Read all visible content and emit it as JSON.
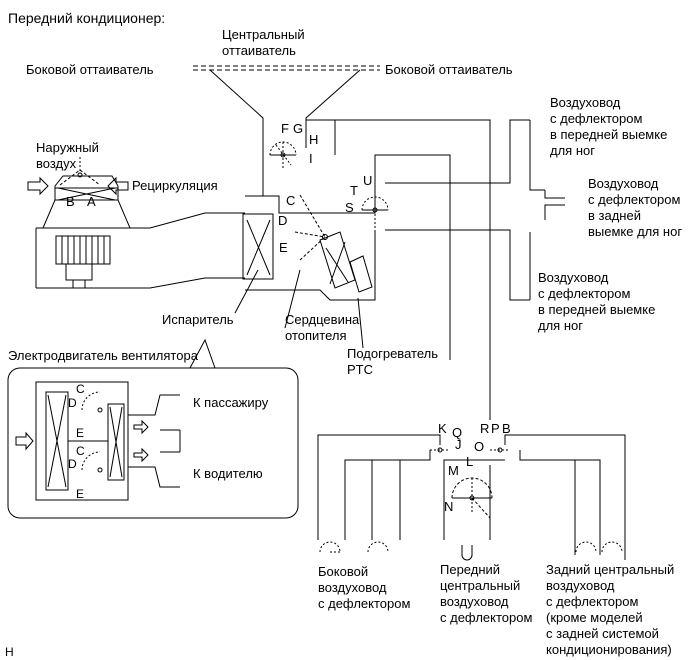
{
  "title": "Передний кондиционер:",
  "labels": {
    "center_defroster": "Центральный\nоттаиватель",
    "side_defroster_left": "Боковой оттаиватель",
    "side_defroster_right": "Боковой оттаиватель",
    "outside_air": "Наружный\nвоздух",
    "recirculation": "Рециркуляция",
    "evaporator": "Испаритель",
    "heater_core": "Сердцевина\nотопителя",
    "ptc_heater": "Подогреватель\nPTC",
    "blower_motor": "Электродвигатель вентилятора",
    "to_passenger": "К пассажиру",
    "to_driver": "К водителю",
    "foot_duct_front_1": "Воздуховод\nс дефлектором\nв передней выемке\nдля ног",
    "foot_duct_rear": "Воздуховод\nс дефлектором\nв задней\nвыемке для ног",
    "foot_duct_front_2": "Воздуховод\nс дефлектором\nв передней выемке\nдля ног",
    "side_vent": "Боковой\nвоздуховод\nс дефлектором",
    "front_center_vent": "Передний\nцентральный\nвоздуховод\nс дефлектором",
    "rear_center_vent": "Задний центральный\nвоздуховод\nс дефлектором\n(кроме моделей\nс задней системой\nкондиционирования)",
    "footnote": "H"
  },
  "damper_letters": {
    "A": "A",
    "B": "B",
    "C": "C",
    "D": "D",
    "E": "E",
    "F": "F",
    "G": "G",
    "H": "H",
    "I": "I",
    "J": "J",
    "K": "K",
    "L": "L",
    "M": "M",
    "N": "N",
    "O": "O",
    "P": "P",
    "Q": "Q",
    "R": "R",
    "S": "S",
    "T": "T",
    "U": "U",
    "B2": "B"
  }
}
